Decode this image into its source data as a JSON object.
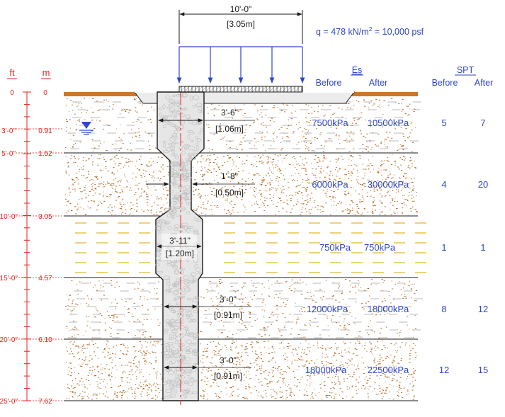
{
  "colors": {
    "depth_scale": "#e8211c",
    "blue_text": "#2f47c9",
    "soil_speckle": "#b5651d",
    "yellow_dash": "#e3b320",
    "layer_line": "#1a1a1a",
    "column_fill": "#e4e4e4",
    "axis_red": "#e8211c"
  },
  "footing_width": {
    "ft": "10'-0\"",
    "m": "[3.05m]"
  },
  "load": {
    "prefix": "q = 478 kN/m",
    "sup": "2",
    "suffix": " = 10,000 psf"
  },
  "scale": {
    "ft_header": "ft",
    "m_header": "m",
    "levels": [
      {
        "ft": "0",
        "m": "0"
      },
      {
        "ft": "3'-0\"",
        "m": "0.91"
      },
      {
        "ft": "5'-0\"",
        "m": "1.52"
      },
      {
        "ft": "10'-0\"",
        "m": "3.05"
      },
      {
        "ft": "15'-0\"",
        "m": "4.57"
      },
      {
        "ft": "20'-0\"",
        "m": "6.10"
      },
      {
        "ft": "25'-0\"",
        "m": "7.62"
      }
    ]
  },
  "headers": {
    "es": "Es",
    "spt": "SPT",
    "es_before": "Before",
    "es_after": "After",
    "spt_before": "Before",
    "spt_after": "After"
  },
  "column_dims": [
    {
      "ft": "3'-6\"",
      "m": "[1.06m]"
    },
    {
      "ft": "1'-8\"",
      "m": "[0.50m]"
    },
    {
      "ft": "3'-11\"",
      "m": "[1.20m]"
    },
    {
      "ft": "3'-0\"",
      "m": "[0.91m]"
    },
    {
      "ft": "3'-0\"",
      "m": "[0.91m]"
    }
  ],
  "layers": [
    {
      "es_before": "7500kPa",
      "es_after": "10500kPa",
      "spt_before": "5",
      "spt_after": "7"
    },
    {
      "es_before": "6000kPa",
      "es_after": "30000kPa",
      "spt_before": "4",
      "spt_after": "20"
    },
    {
      "es_before": "750kPa",
      "es_after": "750kPa",
      "spt_before": "1",
      "spt_after": "1"
    },
    {
      "es_before": "12000kPa",
      "es_after": "18000kPa",
      "spt_before": "8",
      "spt_after": "12"
    },
    {
      "es_before": "18000kPa",
      "es_after": "22500kPa",
      "spt_before": "12",
      "spt_after": "15"
    }
  ]
}
